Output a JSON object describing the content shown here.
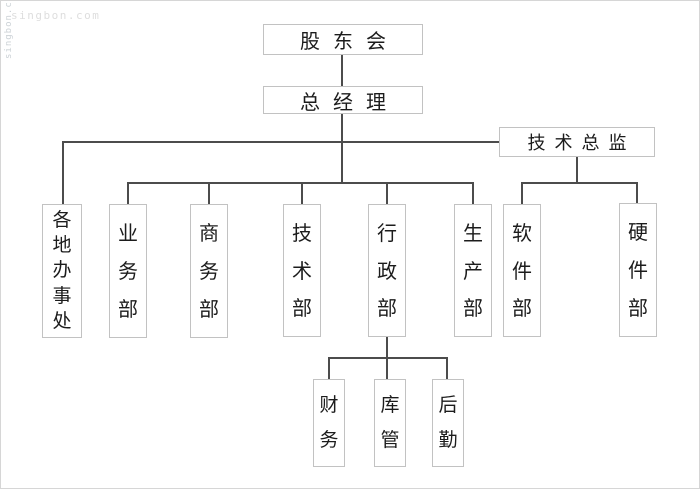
{
  "watermarks": {
    "top_left": "singbon.com",
    "left_edge": "singbon.com"
  },
  "org_chart": {
    "type": "org-tree",
    "nodes": {
      "shareholders": "股东会",
      "general_manager": "总经理",
      "tech_director": "技术总监",
      "regional_offices": "各地办事处",
      "business_dept": "业务部",
      "commerce_dept": "商务部",
      "tech_dept": "技术部",
      "admin_dept": "行政部",
      "production_dept": "生产部",
      "software_dept": "软件部",
      "hardware_dept": "硬件部",
      "finance": "财务",
      "warehouse": "库管",
      "logistics": "后勤"
    },
    "edges": [
      [
        "股东会",
        "总经理"
      ],
      [
        "总经理",
        "各地办事处"
      ],
      [
        "总经理",
        "业务部"
      ],
      [
        "总经理",
        "商务部"
      ],
      [
        "总经理",
        "技术部"
      ],
      [
        "总经理",
        "行政部"
      ],
      [
        "总经理",
        "生产部"
      ],
      [
        "总经理",
        "技术总监"
      ],
      [
        "技术总监",
        "软件部"
      ],
      [
        "技术总监",
        "硬件部"
      ],
      [
        "行政部",
        "财务"
      ],
      [
        "行政部",
        "库管"
      ],
      [
        "行政部",
        "后勤"
      ]
    ],
    "colors": {
      "connector": "#4c4c4c",
      "box_border": "#c2c2c2",
      "text": "#1c1c1c",
      "background": "#ffffff"
    }
  }
}
